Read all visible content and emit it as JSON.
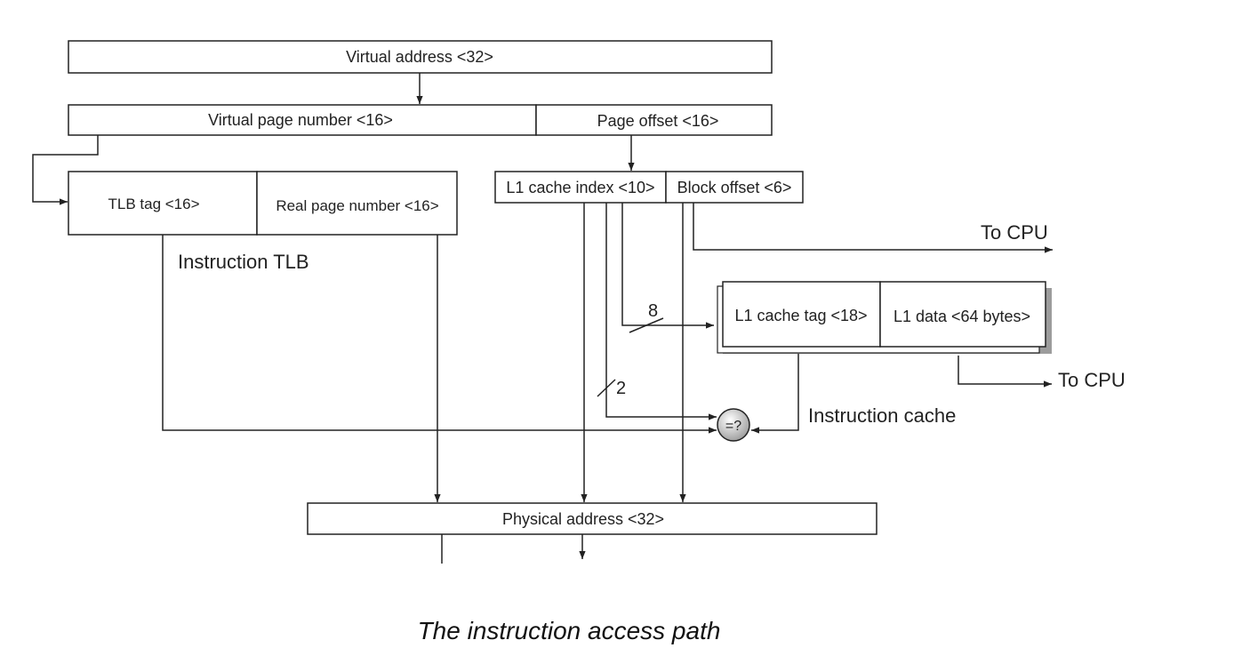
{
  "boxes": {
    "virtual_address": "Virtual address <32>",
    "virtual_page_number": "Virtual page number <16>",
    "page_offset": "Page offset <16>",
    "tlb_tag": "TLB tag  <16>",
    "real_page_number": "Real page number <16>",
    "l1_cache_index": "L1 cache index <10>",
    "block_offset": "Block offset <6>",
    "l1_cache_tag": "L1 cache tag <18>",
    "l1_data": "L1 data <64 bytes>",
    "physical_address": "Physical address <32>"
  },
  "labels": {
    "instruction_tlb": "Instruction TLB",
    "instruction_cache": "Instruction cache",
    "to_cpu_top": "To CPU",
    "to_cpu_bottom": "To CPU",
    "bus_width_8": "8",
    "bus_width_2": "2",
    "comparator": "=?"
  },
  "caption": "The instruction access path"
}
